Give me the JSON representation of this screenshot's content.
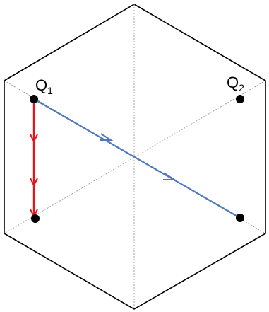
{
  "labels": {
    "q1": {
      "main": "Q",
      "sub": "1"
    },
    "q2": {
      "main": "Q",
      "sub": "2"
    }
  },
  "colors": {
    "outline": "#000000",
    "guides": "#9a9a9a",
    "red_path": "#e3141b",
    "blue_path": "#4f79bd",
    "point": "#000000"
  }
}
